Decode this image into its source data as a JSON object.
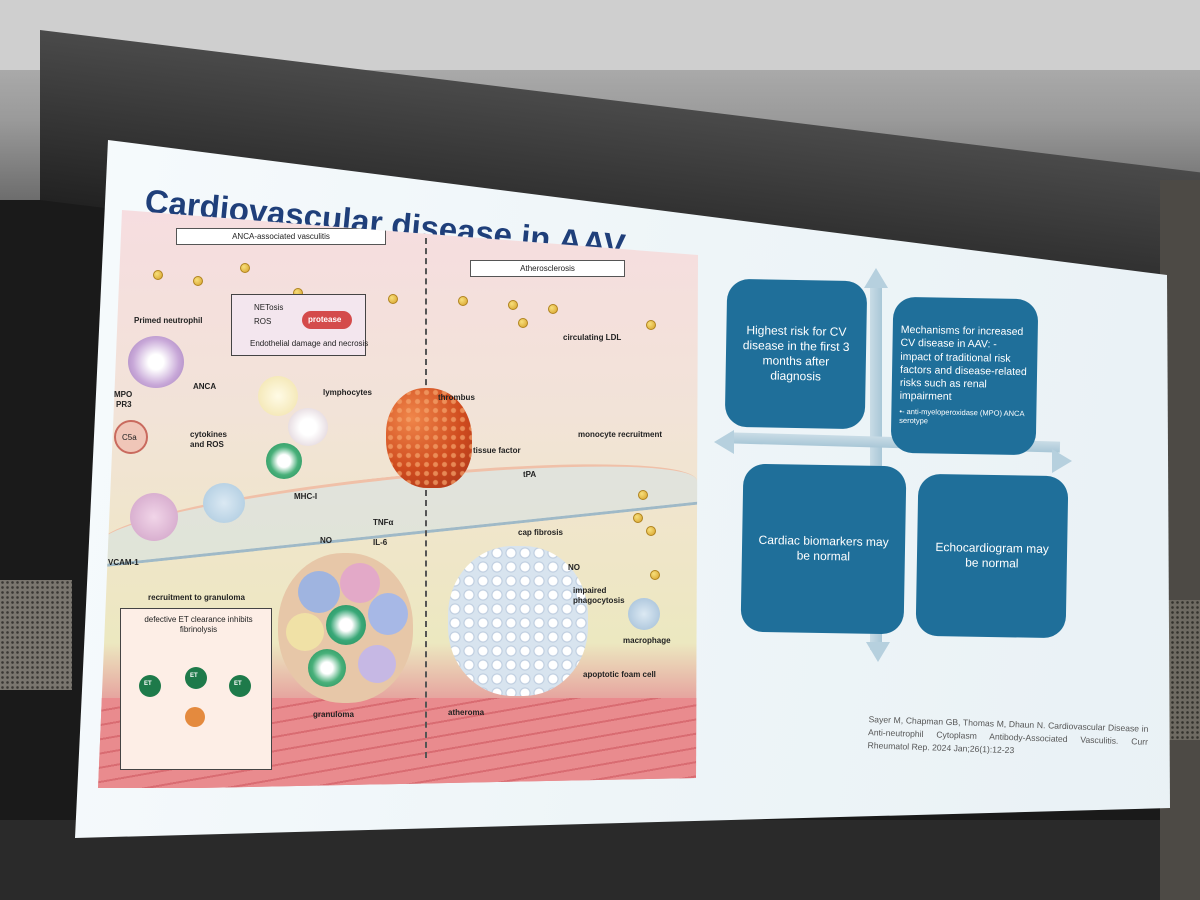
{
  "slide": {
    "title": "Cardiovascular disease in AAV"
  },
  "figure": {
    "panel_left_label": "ANCA-associated vasculitis",
    "panel_right_label": "Atherosclerosis",
    "net_labels": [
      "NETosis",
      "ROS",
      "protease",
      "Endothelial damage and necrosis"
    ],
    "labels": {
      "primed_neutrophil": "Primed neutrophil",
      "mpo": "MPO",
      "pr3": "PR3",
      "anca": "ANCA",
      "c5a": "C5a",
      "cytokines": "cytokines",
      "and_ros": "and ROS",
      "lymphocytes": "lymphocytes",
      "mhc": "MHC-I",
      "vcam": "VCAM-1",
      "no_left": "NO",
      "tnfa": "TNFα",
      "il6": "IL-6",
      "recruitment": "recruitment to granuloma",
      "defective": "defective ET clearance inhibits fibrinolysis",
      "granuloma": "granuloma",
      "thrombus": "thrombus",
      "tissue_factor": "tissue factor",
      "tpa": "tPA",
      "circulating_ldl": "circulating LDL",
      "monocyte_recruitment": "monocyte recruitment",
      "cap_fibrosis": "cap fibrosis",
      "no_right": "NO",
      "impaired": "impaired",
      "phagocytosis": "phagocytosis",
      "macrophage": "macrophage",
      "apoptotic_foam_cell": "apoptotic foam cell",
      "atheroma": "atheroma",
      "et": "ET",
      "et2": "ET",
      "et3": "ET"
    }
  },
  "quadrants": {
    "top_left": "Highest risk for CV disease in the first 3 months after diagnosis",
    "top_right_main": "Mechanisms for increased CV disease in AAV:  - impact of traditional risk factors and disease-related risks such as renal impairment",
    "top_right_note": "•- anti-myeloperoxidase (MPO) ANCA serotype",
    "bottom_left": "Cardiac biomarkers may be normal",
    "bottom_right": "Echocardiogram may be normal",
    "box_color": "#1f6f9a",
    "arrow_color": "#b6d0de"
  },
  "citation": "Sayer M, Chapman GB, Thomas M, Dhaun N. Cardiovascular Disease in Anti-neutrophil Cytoplasm Antibody-Associated Vasculitis. Curr Rheumatol Rep. 2024 Jan;26(1):12-23"
}
